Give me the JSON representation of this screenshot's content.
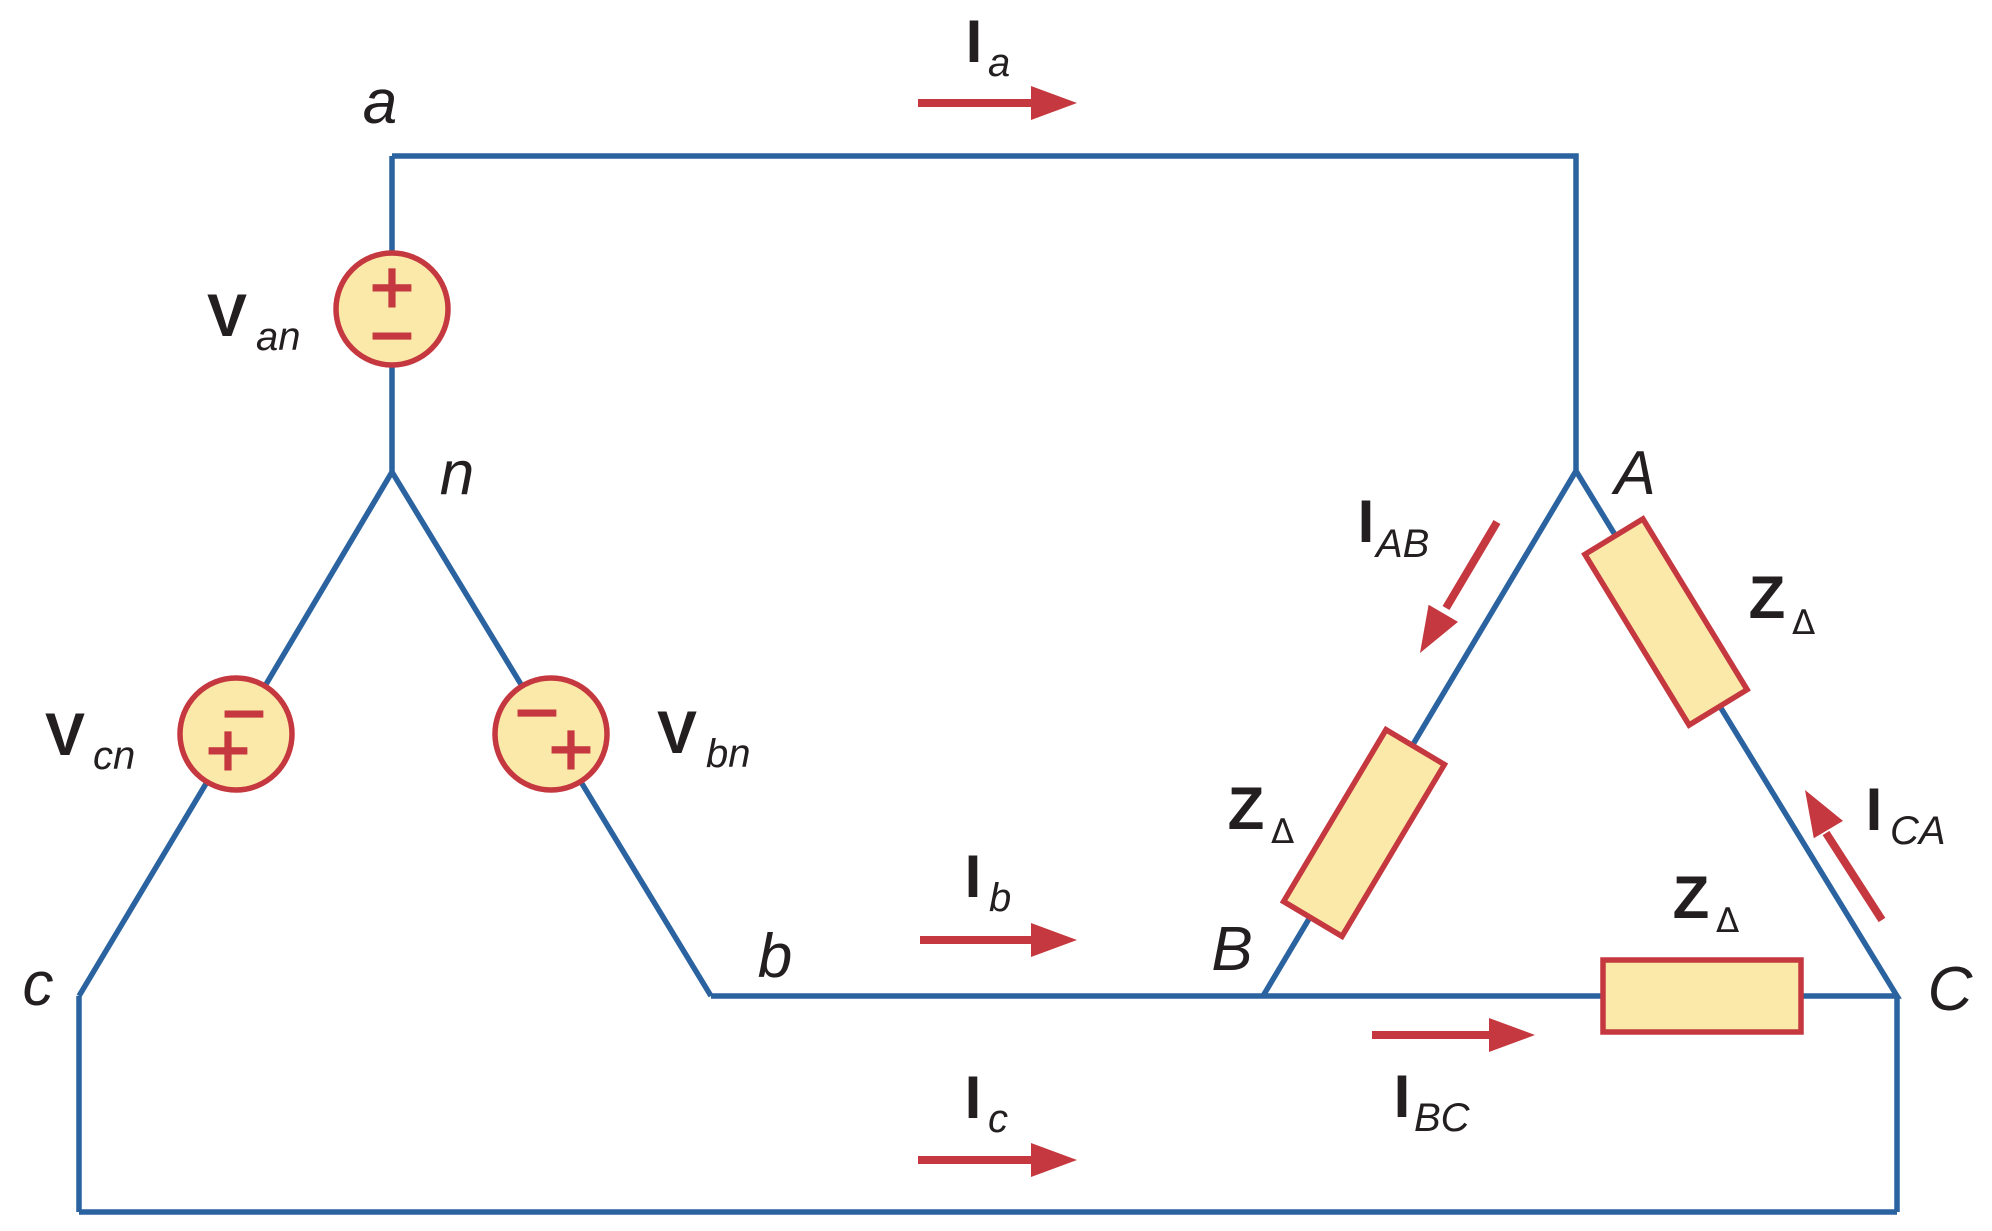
{
  "nodes": {
    "a": "a",
    "n": "n",
    "b": "b",
    "c": "c",
    "A": "A",
    "B": "B",
    "C": "C"
  },
  "sources": {
    "van": {
      "symbol": "V",
      "subscript": "an"
    },
    "vbn": {
      "symbol": "V",
      "subscript": "bn"
    },
    "vcn": {
      "symbol": "V",
      "subscript": "cn"
    }
  },
  "currents": {
    "ia": {
      "symbol": "I",
      "subscript": "a"
    },
    "ib": {
      "symbol": "I",
      "subscript": "b"
    },
    "ic": {
      "symbol": "I",
      "subscript": "c"
    },
    "iab": {
      "symbol": "I",
      "subscript": "AB"
    },
    "ibc": {
      "symbol": "I",
      "subscript": "BC"
    },
    "ica": {
      "symbol": "I",
      "subscript": "CA"
    }
  },
  "impedances": {
    "zab": {
      "symbol": "Z",
      "subscript": "Δ"
    },
    "zbc": {
      "symbol": "Z",
      "subscript": "Δ"
    },
    "zca": {
      "symbol": "Z",
      "subscript": "Δ"
    }
  },
  "polarity": {
    "plus": "+",
    "minus": "−"
  },
  "colors": {
    "wire": "#2a63a0",
    "accent_red": "#c5383f",
    "component_fill": "#fbe9aa",
    "text": "#231f20",
    "background": "#ffffff"
  }
}
